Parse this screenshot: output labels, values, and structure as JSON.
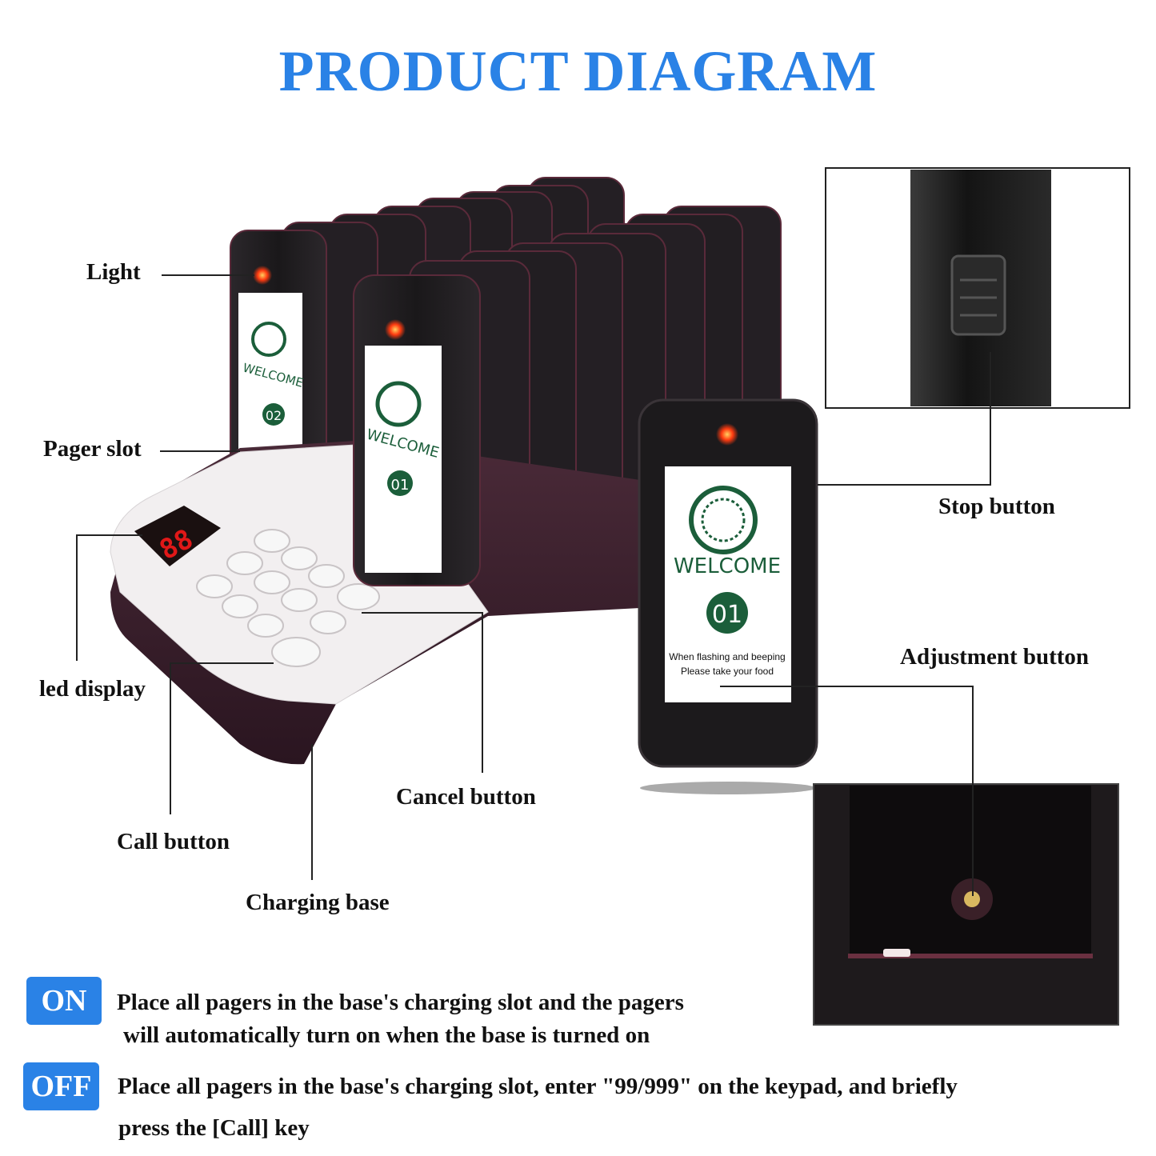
{
  "title": "PRODUCT DIAGRAM",
  "colors": {
    "accent": "#2a82e6",
    "pager_body": "#1f1c1f",
    "base_body": "#3a1f2a",
    "led": "#e01818",
    "light": "#ff3b10",
    "logo_green": "#1b5e3a"
  },
  "labels": {
    "light": "Light",
    "pager_slot": "Pager slot",
    "led_display": "led display",
    "call_button": "Call button",
    "charging_base": "Charging base",
    "cancel_button": "Cancel button",
    "stop_button": "Stop button",
    "adjustment_button": "Adjustment button"
  },
  "pager_screen": {
    "brand": "WELCOME",
    "number_front": "01",
    "number_back": "02",
    "line1": "When flashing and beeping",
    "line2": "Please take your food"
  },
  "led_value": "88",
  "instructions": {
    "on_badge": "ON",
    "on_line1": "Place all pagers in the base's charging slot and the pagers",
    "on_line2": "will automatically turn on when the base is turned on",
    "off_badge": "OFF",
    "off_line1": "Place all pagers in the base's charging slot, enter \"99/999\" on the keypad, and briefly",
    "off_line2": "press the [Call] key"
  }
}
